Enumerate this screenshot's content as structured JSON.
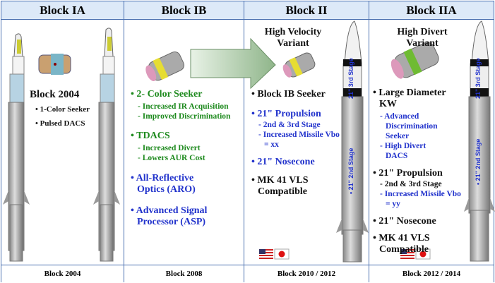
{
  "columns": [
    {
      "title": "Block IA",
      "footer": "Block 2004",
      "name": "Block 2004",
      "bullets": [
        "1-Color Seeker",
        "Pulsed DACS"
      ]
    },
    {
      "title": "Block IB",
      "footer": "Block 2008",
      "items": [
        {
          "label": "2- Color Seeker",
          "sub": [
            "Increased IR Acquisition",
            "Improved Discrimination"
          ]
        },
        {
          "label": "TDACS",
          "sub": [
            "Increased Divert",
            "Lowers AUR Cost"
          ]
        },
        {
          "label": "All-Reflective Optics (ARO)"
        },
        {
          "label": "Advanced Signal Processor (ASP)"
        }
      ]
    },
    {
      "title": "Block II",
      "footer": "Block 2010 / 2012",
      "variant": "High Velocity Variant",
      "items": [
        {
          "label": "Block IB Seeker"
        },
        {
          "label": "21\" Propulsion",
          "sub": [
            "2nd & 3rd Stage",
            "Increased Missile Vbo = xx"
          ]
        },
        {
          "label": "21\" Nosecone"
        },
        {
          "label": "MK 41 VLS Compatible"
        }
      ],
      "stage3": "21\" 3rd Stage",
      "stage2": "• 21\" 2nd Stage"
    },
    {
      "title": "Block IIA",
      "footer": "Block 2012 / 2014",
      "variant": "High Divert Variant",
      "items": [
        {
          "label": "Large Diameter KW",
          "sub": [
            "Advanced Discrimination Seeker",
            "High Divert DACS"
          ]
        },
        {
          "label": "21\" Propulsion",
          "sub": [
            "2nd & 3rd Stage",
            "Increased Missile Vbo = yy"
          ]
        },
        {
          "label": "21\" Nosecone"
        },
        {
          "label": "MK 41 VLS Compatible"
        }
      ],
      "stage3": "21\" 3rd Stage",
      "stage2": "• 21\" 2nd Stage"
    }
  ],
  "colors": {
    "green": "#1e8a1e",
    "blue": "#2233cc",
    "border": "#4a6fb0",
    "header": "#dde9f8"
  }
}
